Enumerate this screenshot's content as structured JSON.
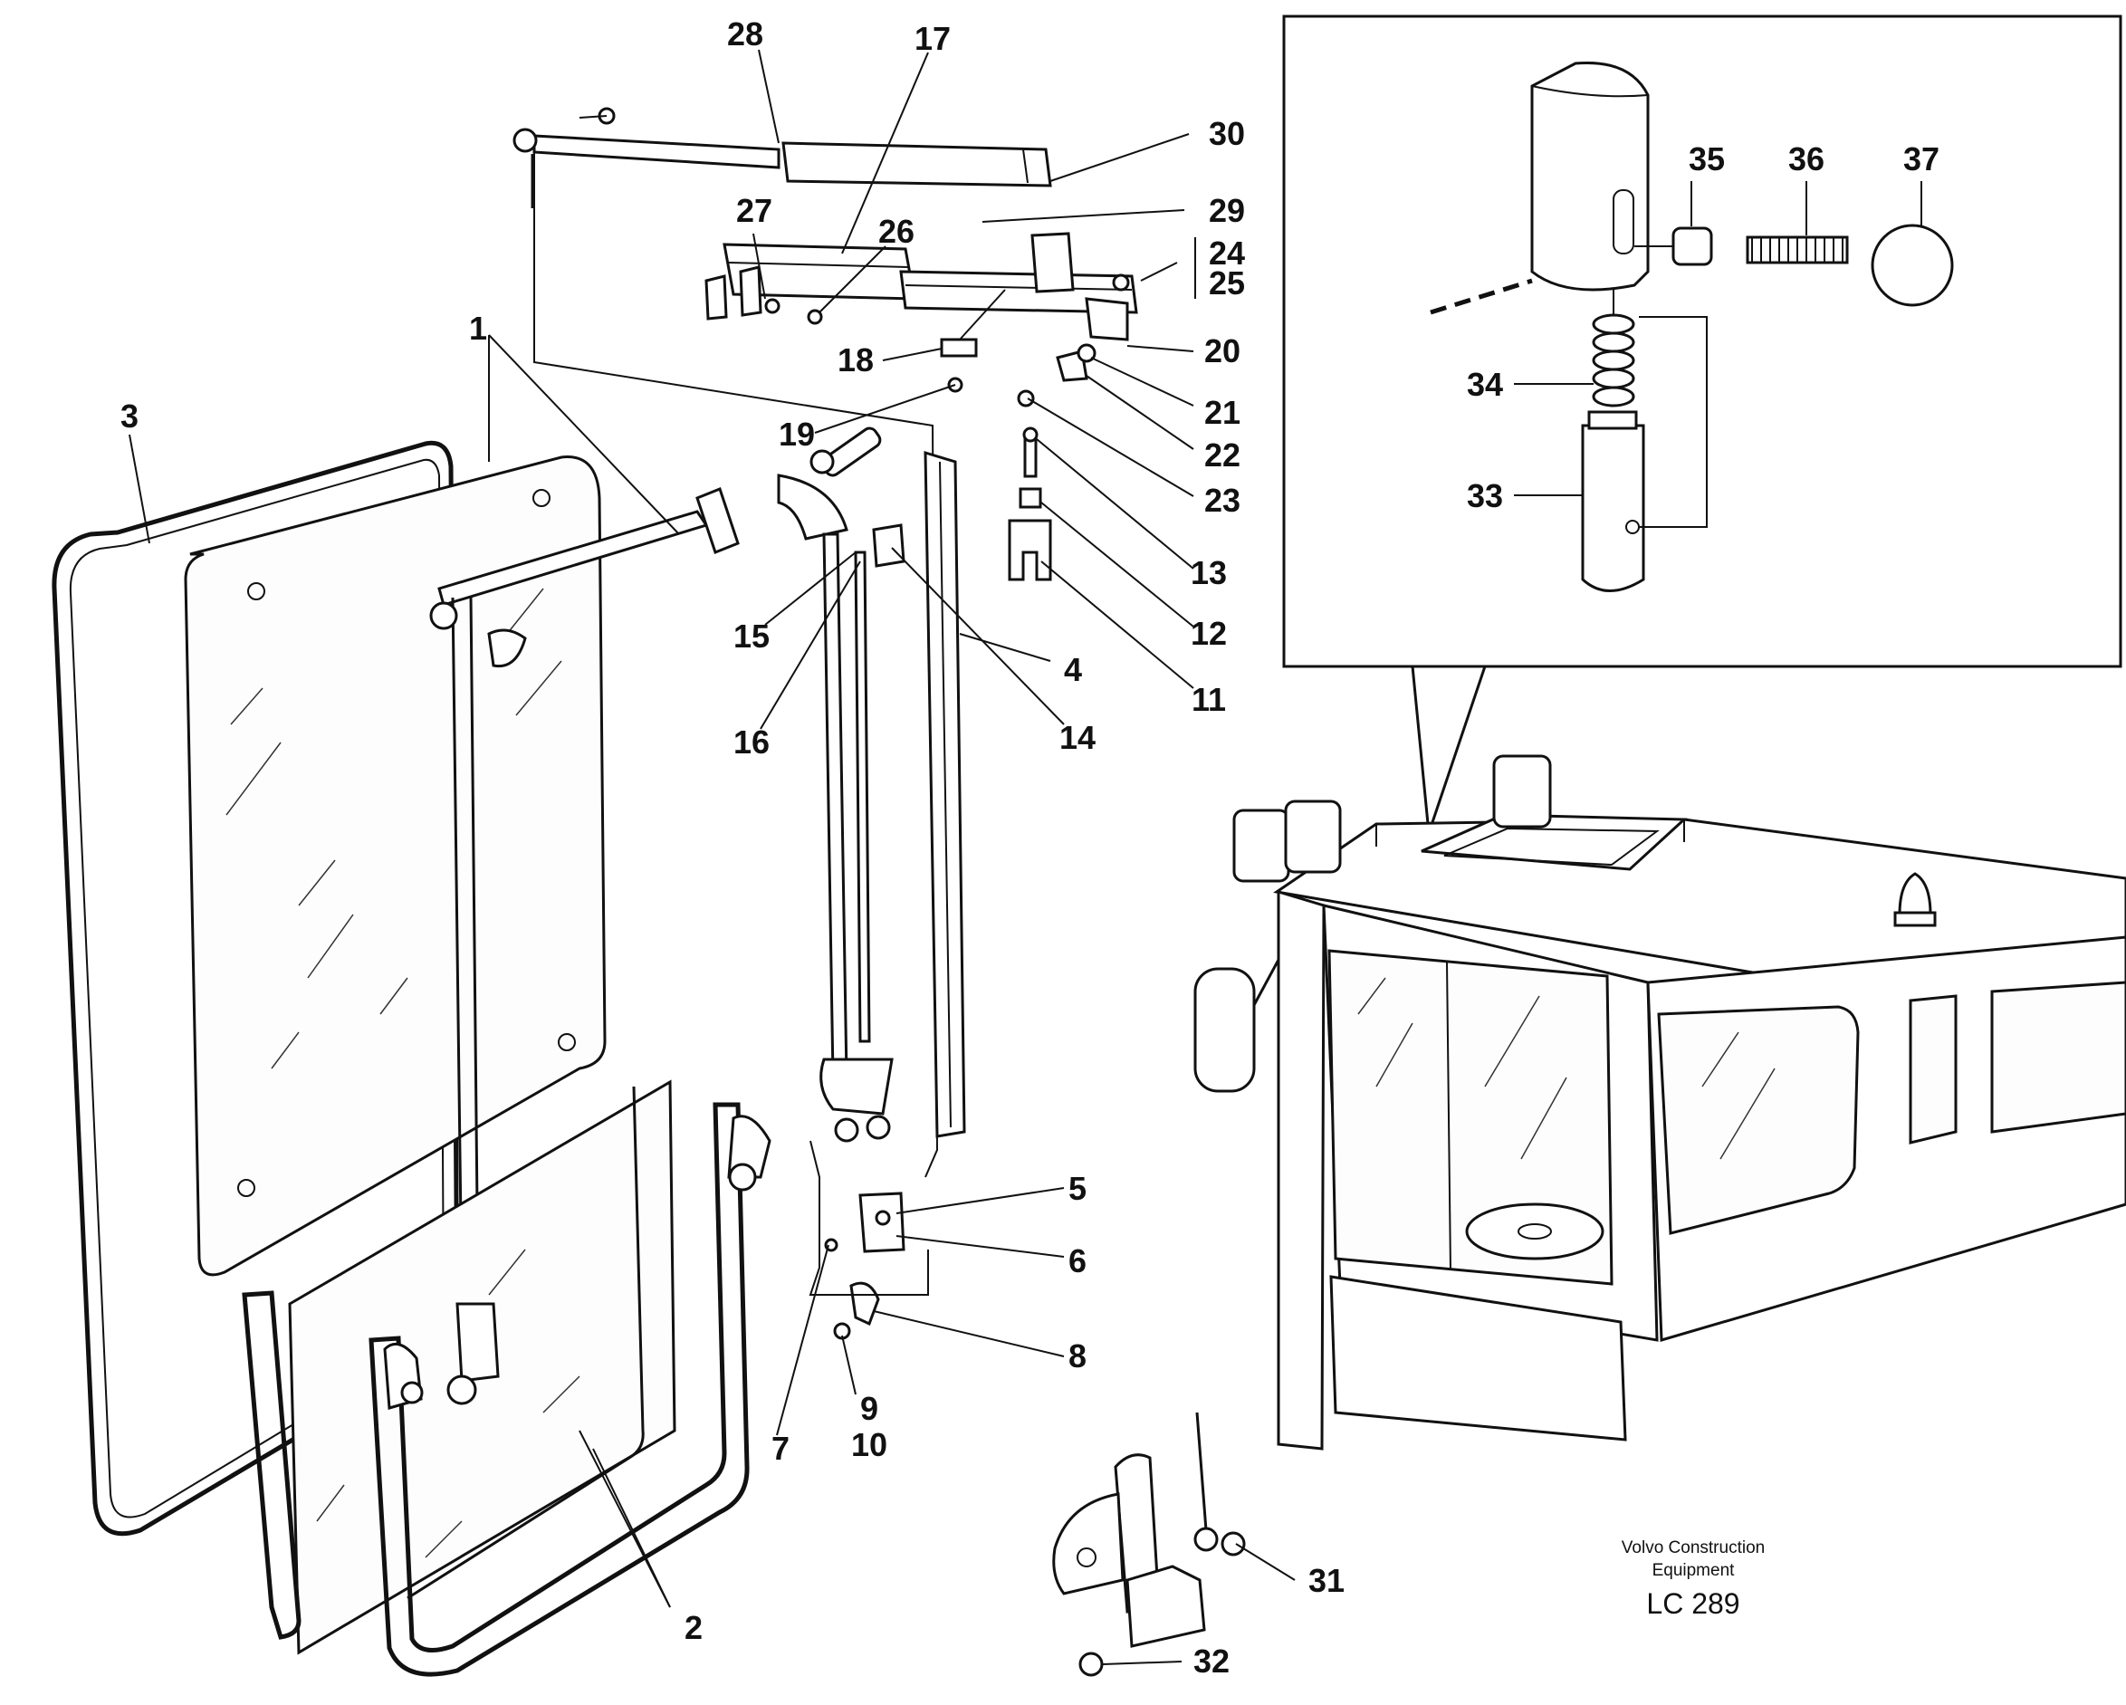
{
  "labels": {
    "p1": "1",
    "p2": "2",
    "p3": "3",
    "p4": "4",
    "p5": "5",
    "p6": "6",
    "p7": "7",
    "p8": "8",
    "p9": "9",
    "p10": "10",
    "p11": "11",
    "p12": "12",
    "p13": "13",
    "p14": "14",
    "p15": "15",
    "p16": "16",
    "p17": "17",
    "p18": "18",
    "p19": "19",
    "p20": "20",
    "p21": "21",
    "p22": "22",
    "p23": "23",
    "p24": "24",
    "p25": "25",
    "p26": "26",
    "p27": "27",
    "p28": "28",
    "p29": "29",
    "p30": "30",
    "p31": "31",
    "p32": "32",
    "p33": "33",
    "p34": "34",
    "p35": "35",
    "p36": "36",
    "p37": "37"
  },
  "caption": {
    "line1": "Volvo Construction",
    "line2": "Equipment",
    "code": "LC 289"
  }
}
